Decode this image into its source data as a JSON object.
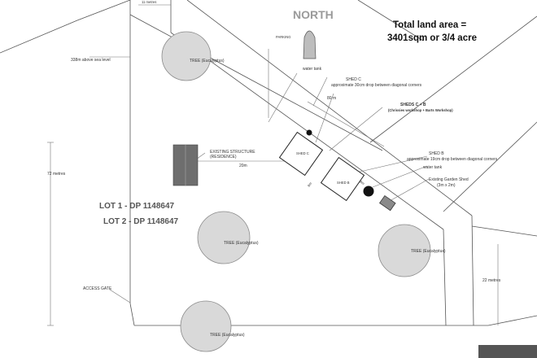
{
  "heading": {
    "north": "NORTH",
    "area_line1": "Total land area =",
    "area_line2": "3401sqm or 3/4 acre"
  },
  "labels": {
    "top_dimension": "11 metres",
    "elevation": "338m above sea level",
    "tree": "TREE (Eucalyptus)",
    "parking": "PARKING",
    "water_tank": "water tank",
    "shed_c_title": "SHED C",
    "shed_c_note": "approximate 30cm drop between diagonal corners",
    "dim_80m": "80 m",
    "sheds_cb_line1": "SHEDS C + B",
    "sheds_cb_line2": "(Chrissies workshop + Barts Workshop)",
    "existing_structure_line1": "EXISTING STRUCTURE",
    "existing_structure_line2": "(RESIDENCE)",
    "dim_20m": "20m",
    "shed_c_box": "SHED C",
    "shed_b_box": "SHED B",
    "shed_b_title": "SHED B",
    "shed_b_note": "approximate 19cm drop between diagonal corners",
    "existing_garden_shed_line1": "Existing Garden Shed",
    "existing_garden_shed_line2": "(3m x 2m)",
    "left_dimension": "72 metres",
    "lot1": "LOT 1 - DP 1148647",
    "lot2": "LOT 2 - DP 1148647",
    "right_dimension": "22 metres",
    "access_gate": "ACCESS GATE"
  }
}
